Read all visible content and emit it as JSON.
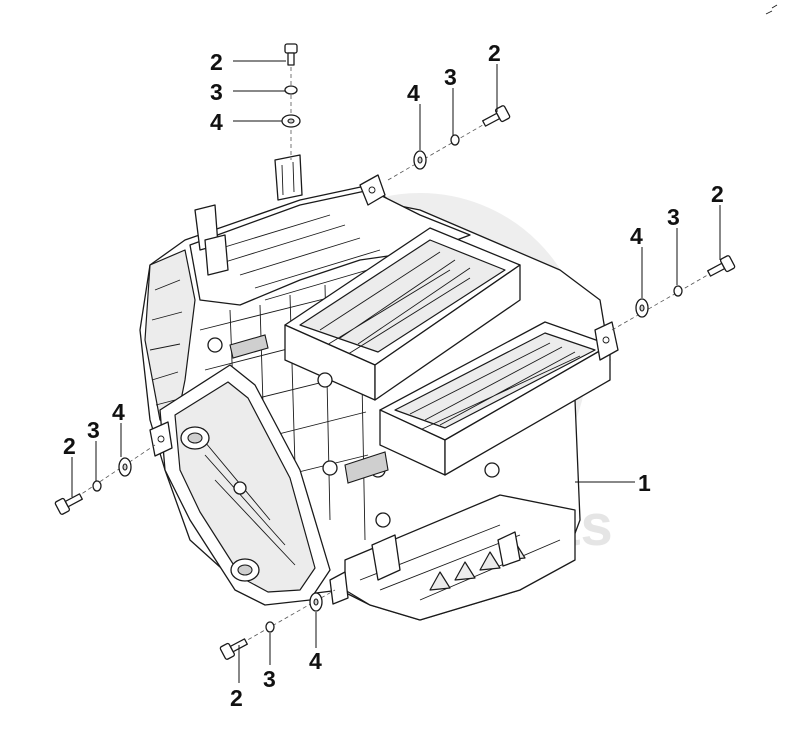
{
  "diagram": {
    "watermark_text": "dsParts",
    "callouts": {
      "housing": "1",
      "bolt_top": "2",
      "spring_washer_top": "3",
      "flat_washer_top": "4",
      "flat_washer_upper_right": "4",
      "spring_washer_upper_right": "3",
      "bolt_upper_right": "2",
      "flat_washer_right": "4",
      "spring_washer_right": "3",
      "bolt_right": "2",
      "bolt_left": "2",
      "spring_washer_left": "3",
      "flat_washer_left": "4",
      "bolt_bottom": "2",
      "spring_washer_bottom": "3",
      "flat_washer_bottom": "4"
    }
  }
}
